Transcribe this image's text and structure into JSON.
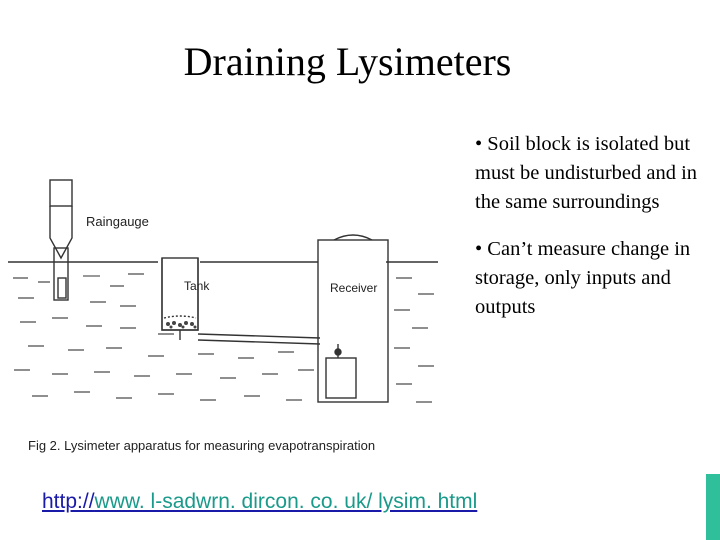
{
  "slide": {
    "title": "Draining Lysimeters",
    "bullets": [
      "• Soil block is isolated but must be undisturbed and in the same surroundings",
      "• Can’t measure change in storage, only inputs and outputs"
    ]
  },
  "figure": {
    "labels": {
      "raingauge": "Raingauge",
      "tank": "Tank",
      "receiver": "Receiver"
    },
    "caption": "Fig 2. Lysimeter apparatus for measuring evapotranspiration"
  },
  "footer": {
    "link_protocol": "http://",
    "link_rest": "www. l-sadwrn. dircon. co. uk/ lysim. html"
  },
  "colors": {
    "footer_accent": "#2fbf9a",
    "link": "#1a1aa8"
  }
}
